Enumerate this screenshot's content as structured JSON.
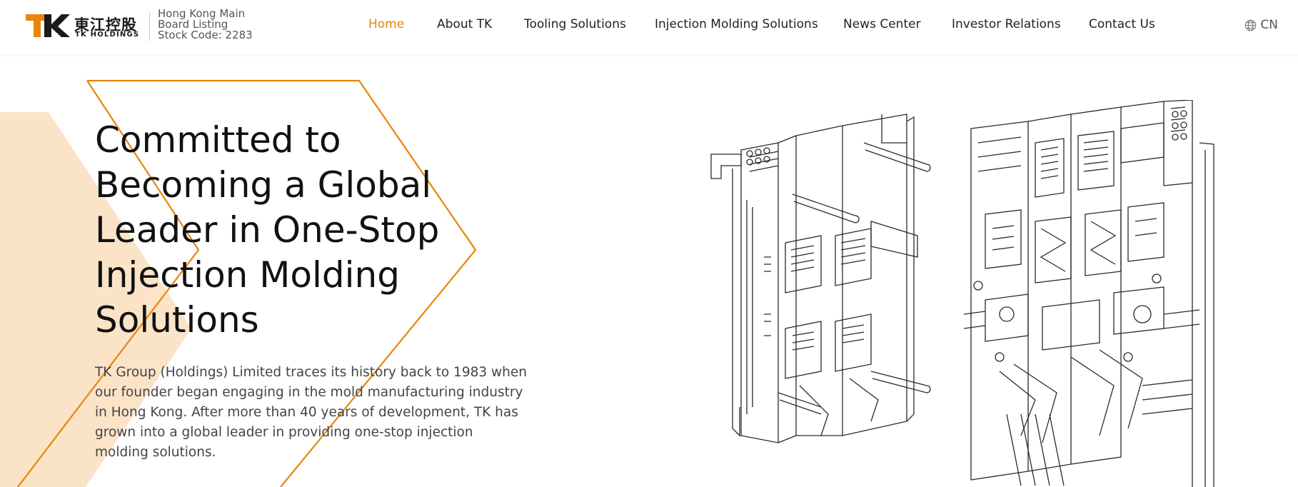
{
  "brand": {
    "logo_mark": "TK",
    "name_cn": "東江控股",
    "name_en": "TK HOLDINGS",
    "listing_lines": [
      "Hong Kong Main",
      "Board Listing",
      "Stock Code: 2283"
    ],
    "accent_color": "#e8850c"
  },
  "nav": {
    "items": [
      {
        "label": "Home",
        "active": true
      },
      {
        "label": "About TK",
        "active": false
      },
      {
        "label": "Tooling Solutions",
        "active": false
      },
      {
        "label": "Injection Molding Solutions",
        "active": false
      },
      {
        "label": "News Center",
        "active": false
      },
      {
        "label": "Investor Relations",
        "active": false
      },
      {
        "label": "Contact Us",
        "active": false
      }
    ],
    "language": {
      "icon": "globe-icon",
      "label": "CN"
    }
  },
  "hero": {
    "title_lines": [
      "Committed to",
      "Becoming a Global",
      "Leader in One-Stop",
      "Injection Molding",
      "Solutions"
    ],
    "description": "TK Group (Holdings) Limited traces its history back to 1983 when our founder began engaging in the mold manufacturing industry in Hong Kong. After more than 40 years of development, TK has grown into a global leader in providing one-stop injection molding solutions.",
    "image": "injection-mold-line-drawing"
  }
}
